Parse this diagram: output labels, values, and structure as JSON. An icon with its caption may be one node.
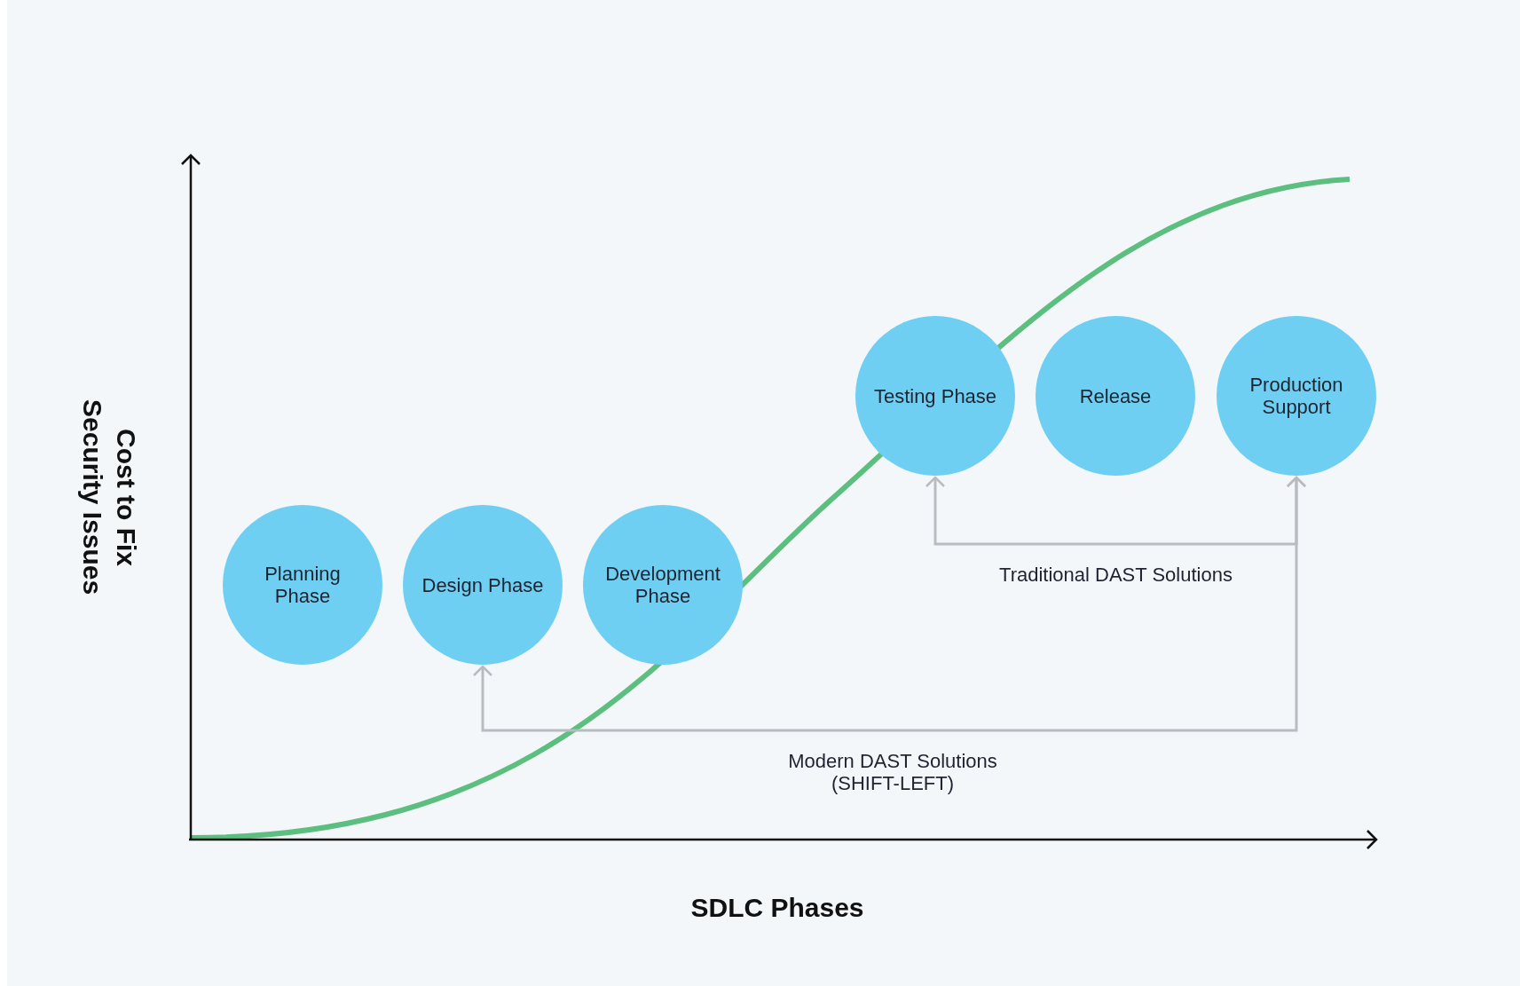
{
  "diagram": {
    "nodes": [
      {
        "text": [
          "Planning Phase"
        ]
      },
      {
        "text": [
          "Design Phase"
        ]
      },
      {
        "text": [
          "Development Phase"
        ]
      },
      {
        "text": [
          "Testing Phase"
        ]
      },
      {
        "text": [
          "Release"
        ]
      },
      {
        "text": [
          "Production Support"
        ]
      }
    ],
    "edges": [
      {
        "from": 3,
        "to": 5,
        "arrow": "both",
        "label": "Traditional DAST Solutions",
        "color": "#b8bcc0"
      },
      {
        "from": 1,
        "to": 5,
        "arrow": "both",
        "label": "Modern DAST Solutions (SHIFT-LEFT)",
        "color": "#b8bcc0"
      }
    ],
    "labels": [
      "Cost to Fix Security Issues",
      "SDLC Phases"
    ]
  }
}
